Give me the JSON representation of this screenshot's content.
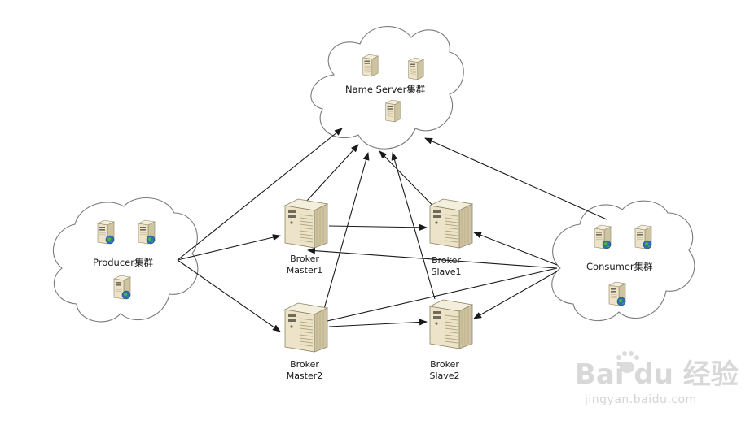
{
  "clouds": {
    "nameserver": {
      "label": "Name Server集群"
    },
    "producer": {
      "label": "Producer集群"
    },
    "consumer": {
      "label": "Consumer集群"
    }
  },
  "brokers": {
    "master1": {
      "line1": "Broker",
      "line2": "Master1"
    },
    "slave1": {
      "line1": "Broker",
      "line2": "Slave1"
    },
    "master2": {
      "line1": "Broker",
      "line2": "Master2"
    },
    "slave2": {
      "line1": "Broker",
      "line2": "Slave2"
    }
  },
  "watermark": {
    "logo": "Bai du 经验",
    "url": "jingyan.baidu.com"
  },
  "colors": {
    "cloud_stroke": "#7a7a7a",
    "arrow": "#1a1a1a",
    "server_body": "#ece3c8",
    "server_dark": "#b9ad8a",
    "globe": "#2d6fb0",
    "watermark": "#d8d8d8"
  }
}
